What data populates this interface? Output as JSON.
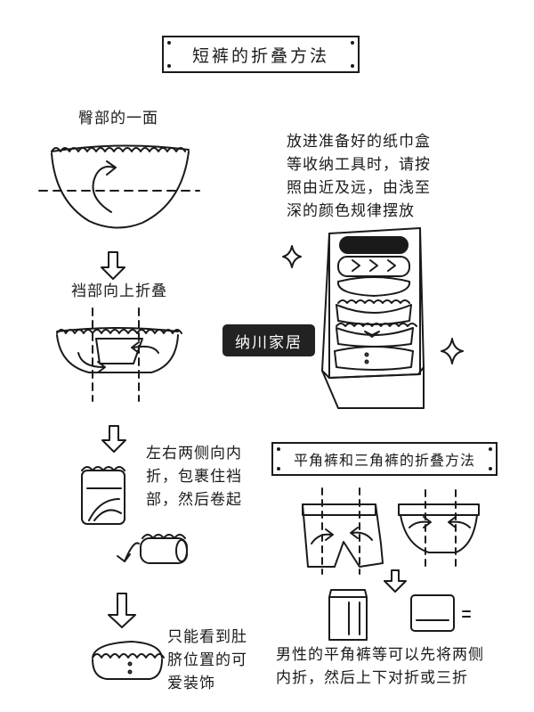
{
  "title": "短裤的折叠方法",
  "steps": {
    "hip_side": "臀部的一面",
    "fold_up": "裆部向上折叠",
    "sides_in": [
      "左右两侧向内",
      "折，包裹住裆",
      "部，然后卷起"
    ],
    "result": [
      "只能看到肚",
      "脐位置的可",
      "爱装饰"
    ]
  },
  "box_tip": [
    "放进准备好的纸巾盒",
    "等收纳工具时，请按",
    "照由近及远，由浅至",
    "深的颜色规律摆放"
  ],
  "watermark": "纳川家居",
  "boxer_section_title": "平角裤和三角裤的折叠方法",
  "boxer_tip": [
    "男性的平角裤等可以先将两侧",
    "内折，然后上下对折或三折"
  ]
}
